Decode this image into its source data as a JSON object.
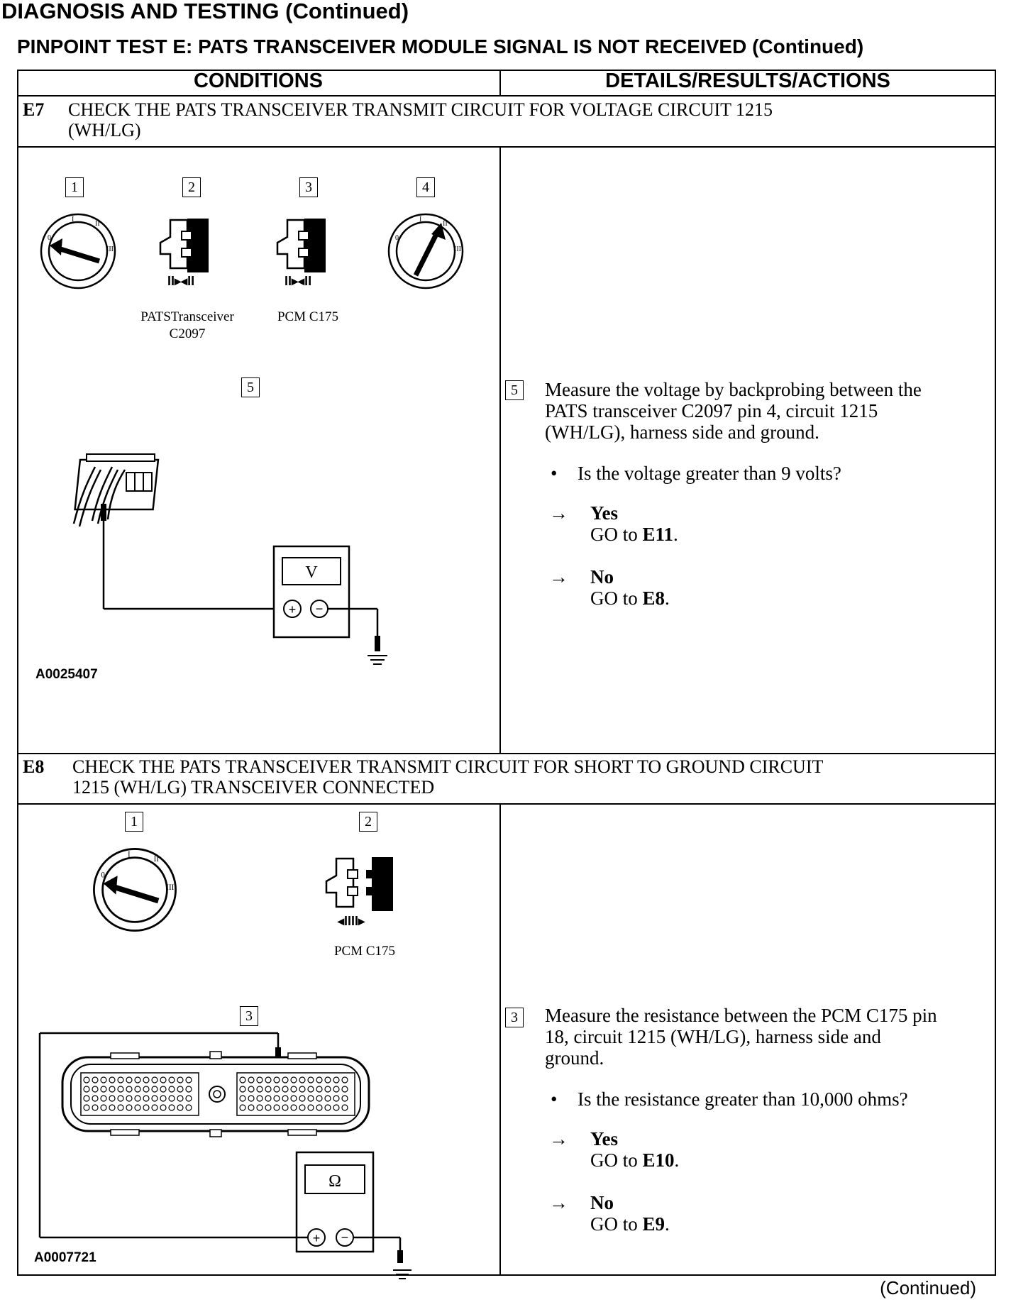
{
  "header": {
    "section": "DIAGNOSIS AND TESTING (Continued)",
    "test_title": "PINPOINT TEST E: PATS TRANSCEIVER MODULE SIGNAL IS NOT RECEIVED (Continued)"
  },
  "table": {
    "col_conditions": "CONDITIONS",
    "col_details": "DETAILS/RESULTS/ACTIONS"
  },
  "steps": [
    {
      "id": "E7",
      "title_line1": "CHECK THE PATS TRANSCEIVER TRANSMIT CIRCUIT FOR VOLTAGE CIRCUIT 1215",
      "title_line2": "(WH/LG)",
      "callouts": [
        "1",
        "2",
        "3",
        "4",
        "5"
      ],
      "connector_labels": [
        "PATSTransceiver",
        "C2097",
        "PCM C175"
      ],
      "meter_symbol": "V",
      "figure_id": "A0025407",
      "detail_number": "5",
      "detail_text": [
        "Measure the voltage by backprobing between the",
        "PATS transceiver C2097 pin 4, circuit 1215",
        "(WH/LG), harness side and ground."
      ],
      "question": "Is the voltage greater than 9 volts?",
      "yes_label": "Yes",
      "yes_action_prefix": "GO to ",
      "yes_target": "E11",
      "no_label": "No",
      "no_action_prefix": "GO to ",
      "no_target": "E8"
    },
    {
      "id": "E8",
      "title_line1": "CHECK THE PATS TRANSCEIVER TRANSMIT CIRCUIT FOR SHORT TO GROUND CIRCUIT",
      "title_line2": "1215 (WH/LG) TRANSCEIVER CONNECTED",
      "callouts": [
        "1",
        "2",
        "3"
      ],
      "connector_labels": [
        "PCM C175"
      ],
      "meter_symbol": "Ω",
      "figure_id": "A0007721",
      "detail_number": "3",
      "detail_text": [
        "Measure the resistance between the PCM C175 pin",
        "18, circuit 1215 (WH/LG), harness side and",
        "ground."
      ],
      "question": "Is the resistance greater than 10,000 ohms?",
      "yes_label": "Yes",
      "yes_action_prefix": "GO to ",
      "yes_target": "E10",
      "no_label": "No",
      "no_action_prefix": "GO to ",
      "no_target": "E9"
    }
  ],
  "glyphs": {
    "bullet": "•",
    "arrow": "→"
  },
  "footer": {
    "continued": "(Continued)"
  }
}
